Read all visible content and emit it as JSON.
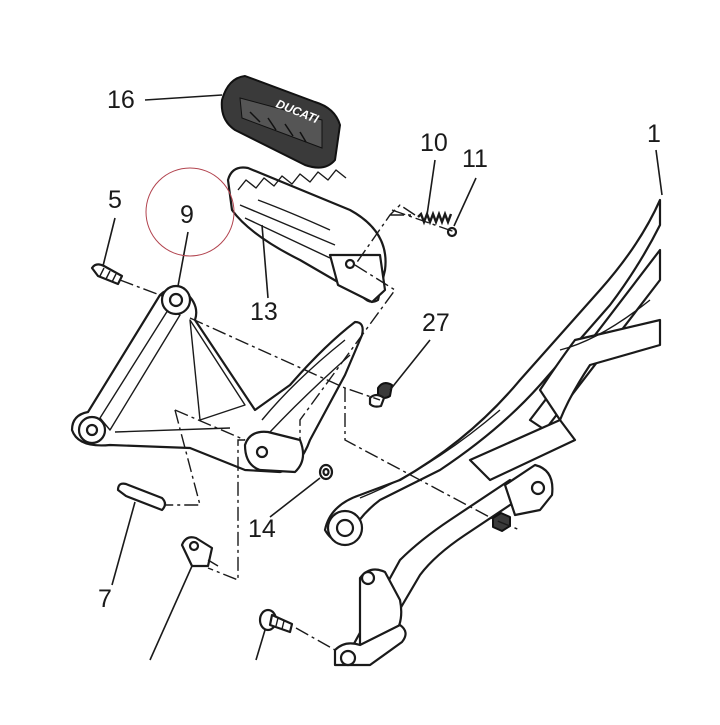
{
  "diagram": {
    "callouts": [
      {
        "id": "label-16",
        "text": "16"
      },
      {
        "id": "label-10",
        "text": "10"
      },
      {
        "id": "label-11",
        "text": "11"
      },
      {
        "id": "label-1",
        "text": "1"
      },
      {
        "id": "label-5",
        "text": "5"
      },
      {
        "id": "label-9",
        "text": "9"
      },
      {
        "id": "label-13",
        "text": "13"
      },
      {
        "id": "label-27",
        "text": "27"
      },
      {
        "id": "label-14",
        "text": "14"
      },
      {
        "id": "label-7",
        "text": "7"
      }
    ],
    "brand_mark": "DUCATI",
    "highlight_color": "#b2444f",
    "line_color": "#1a1a1a"
  }
}
